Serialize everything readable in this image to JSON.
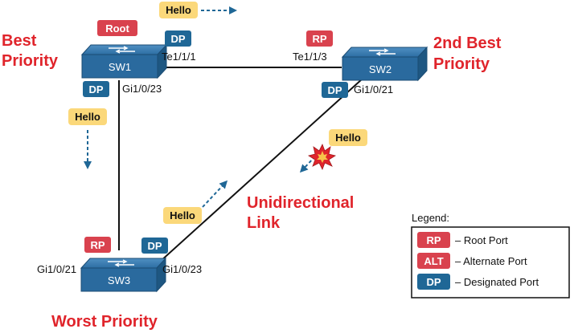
{
  "switches": {
    "sw1": {
      "name": "SW1"
    },
    "sw2": {
      "name": "SW2"
    },
    "sw3": {
      "name": "SW3"
    }
  },
  "priorities": {
    "sw1": [
      "Best",
      "Priority"
    ],
    "sw2": [
      "2nd Best",
      "Priority"
    ],
    "sw3": "Worst Priority"
  },
  "ports": {
    "sw1_te": "Te1/1/1",
    "sw1_gi": "Gi1/0/23",
    "sw2_te": "Te1/1/3",
    "sw2_gi": "Gi1/0/21",
    "sw3_left": "Gi1/0/21",
    "sw3_right": "Gi1/0/23"
  },
  "badges": {
    "root": "Root",
    "sw1_te_role": "DP",
    "sw1_gi_role": "DP",
    "sw2_te_role": "RP",
    "sw2_gi_role": "DP",
    "sw3_left_role": "RP",
    "sw3_right_role": "DP"
  },
  "hello": {
    "top": "Hello",
    "left": "Hello",
    "right_lower": "Hello",
    "right_upper": "Hello"
  },
  "unidirectional": [
    "Unidirectional",
    "Link"
  ],
  "legend": {
    "title": "Legend:",
    "items": [
      {
        "badge": "RP",
        "desc": "– Root Port"
      },
      {
        "badge": "ALT",
        "desc": "– Alternate Port"
      },
      {
        "badge": "DP",
        "desc": "– Designated Port"
      }
    ]
  },
  "colors": {
    "switch_blue": "#2a6a9e",
    "badge_red": "#d9424e",
    "badge_blue": "#1f6796",
    "hello_yellow": "#fbd87a",
    "title_red": "#e0242b",
    "link": "#111111"
  }
}
